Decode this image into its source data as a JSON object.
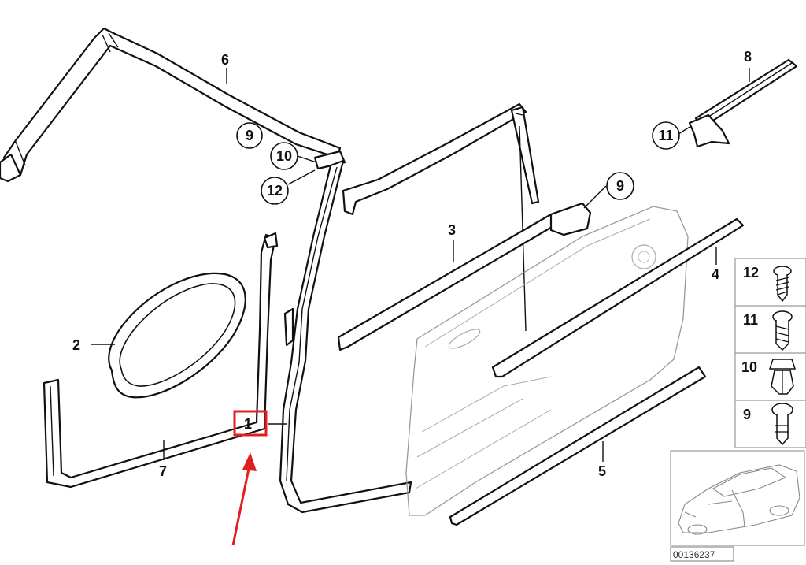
{
  "diagram": {
    "callouts": {
      "c1": "1",
      "c2": "2",
      "c3": "3",
      "c4": "4",
      "c5": "5",
      "c6": "6",
      "c7": "7",
      "c8": "8",
      "c9a": "9",
      "c10": "10",
      "c12": "12",
      "c9b": "9",
      "c11": "11"
    },
    "legend": {
      "rows": [
        {
          "number": "12",
          "icon": "screw-icon"
        },
        {
          "number": "11",
          "icon": "expanding-rivet-icon"
        },
        {
          "number": "10",
          "icon": "plastic-clip-icon"
        },
        {
          "number": "9",
          "icon": "push-pin-icon"
        }
      ]
    },
    "thumbnail": {
      "reference": "00136237",
      "icon": "car-outline-icon"
    },
    "highlight": {
      "color": "#e02020",
      "target": "1"
    }
  }
}
